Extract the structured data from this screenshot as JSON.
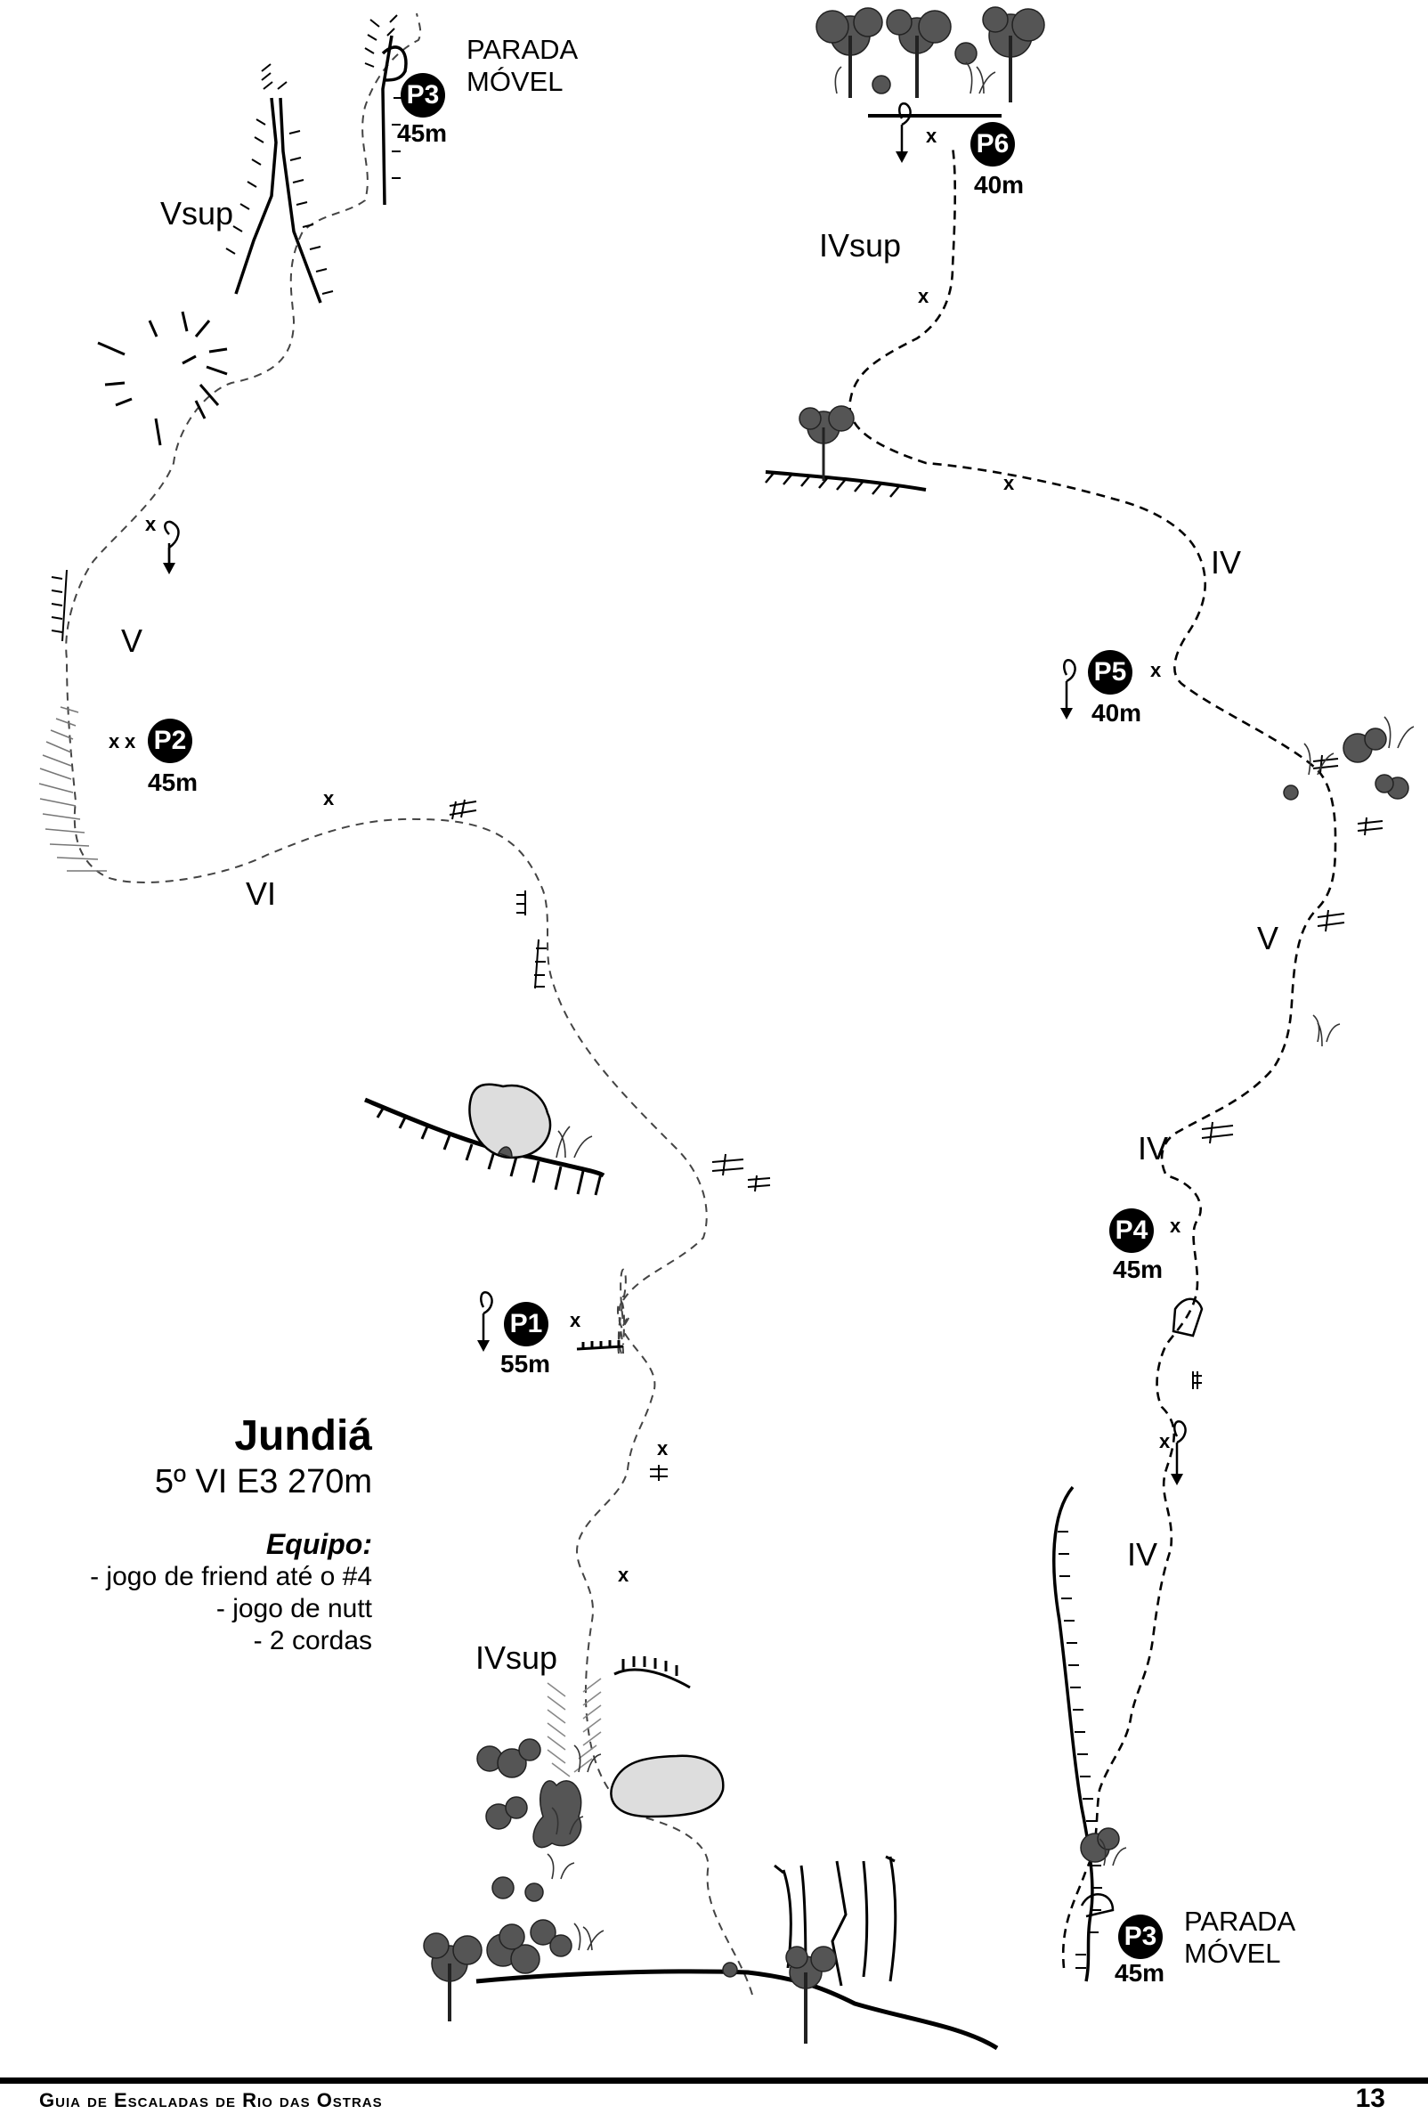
{
  "route": {
    "name": "Jundiá",
    "grade": "5º VI E3 270m",
    "gear_title": "Equipo:",
    "gear": [
      "- jogo de friend até o #4",
      "- jogo de nutt",
      "- 2 cordas"
    ]
  },
  "belays": [
    {
      "id": "P1",
      "length": "55m"
    },
    {
      "id": "P2",
      "length": "45m"
    },
    {
      "id": "P3",
      "length": "45m"
    },
    {
      "id": "P3",
      "length": "45m"
    },
    {
      "id": "P4",
      "length": "45m"
    },
    {
      "id": "P5",
      "length": "40m"
    },
    {
      "id": "P6",
      "length": "40m"
    }
  ],
  "labels": {
    "parada_movel": "PARADA\nMÓVEL",
    "grades": [
      "Vsup",
      "V",
      "VI",
      "IVsup",
      "IVsup",
      "IV",
      "V",
      "IV",
      "IV"
    ]
  },
  "bolt_mark": "x",
  "footer": {
    "title": "Guia de Escaladas de Rio das Ostras",
    "page": "13"
  }
}
